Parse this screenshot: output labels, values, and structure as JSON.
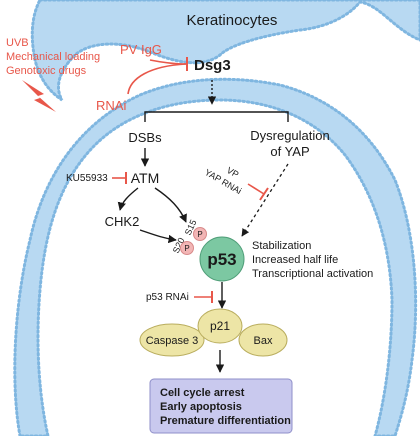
{
  "labels": {
    "keratinocytes": "Keratinocytes",
    "uvb": "UVB",
    "mechanical": "Mechanical loading",
    "genotoxic": "Genotoxic drugs",
    "pv_igg": "PV IgG",
    "dsg3": "Dsg3",
    "rnai": "RNAi",
    "dsbs": "DSBs",
    "dysregulation_1": "Dysregulation",
    "dysregulation_2": "of YAP",
    "ku55933": "KU55933",
    "atm": "ATM",
    "vp": "VP",
    "yap_rnai": "YAP RNAi",
    "chk2": "CHK2",
    "s20": "S20",
    "s15": "S15",
    "p_mark": "P",
    "p53": "p53",
    "stabilization": "Stabilization",
    "half_life": "Increased half life",
    "transcriptional": "Transcriptional activation",
    "p53_rnai": "p53 RNAi",
    "p21": "p21",
    "caspase3": "Caspase 3",
    "bax": "Bax",
    "outcome_1": "Cell cycle arrest",
    "outcome_2": "Early apoptosis",
    "outcome_3": "Premature differentiation"
  },
  "colors": {
    "membrane_fill": "#b8d9f2",
    "membrane_bead": "#7fb6e0",
    "inhibitor_red": "#e8574a",
    "node_fill": "#ede5a6",
    "node_stroke": "#b9ad5e",
    "p53_fill": "#7cc8a2",
    "phospho_fill": "#f2b5b5",
    "outcome_fill": "#c9c9ee",
    "outcome_stroke": "#8f8fc9"
  }
}
